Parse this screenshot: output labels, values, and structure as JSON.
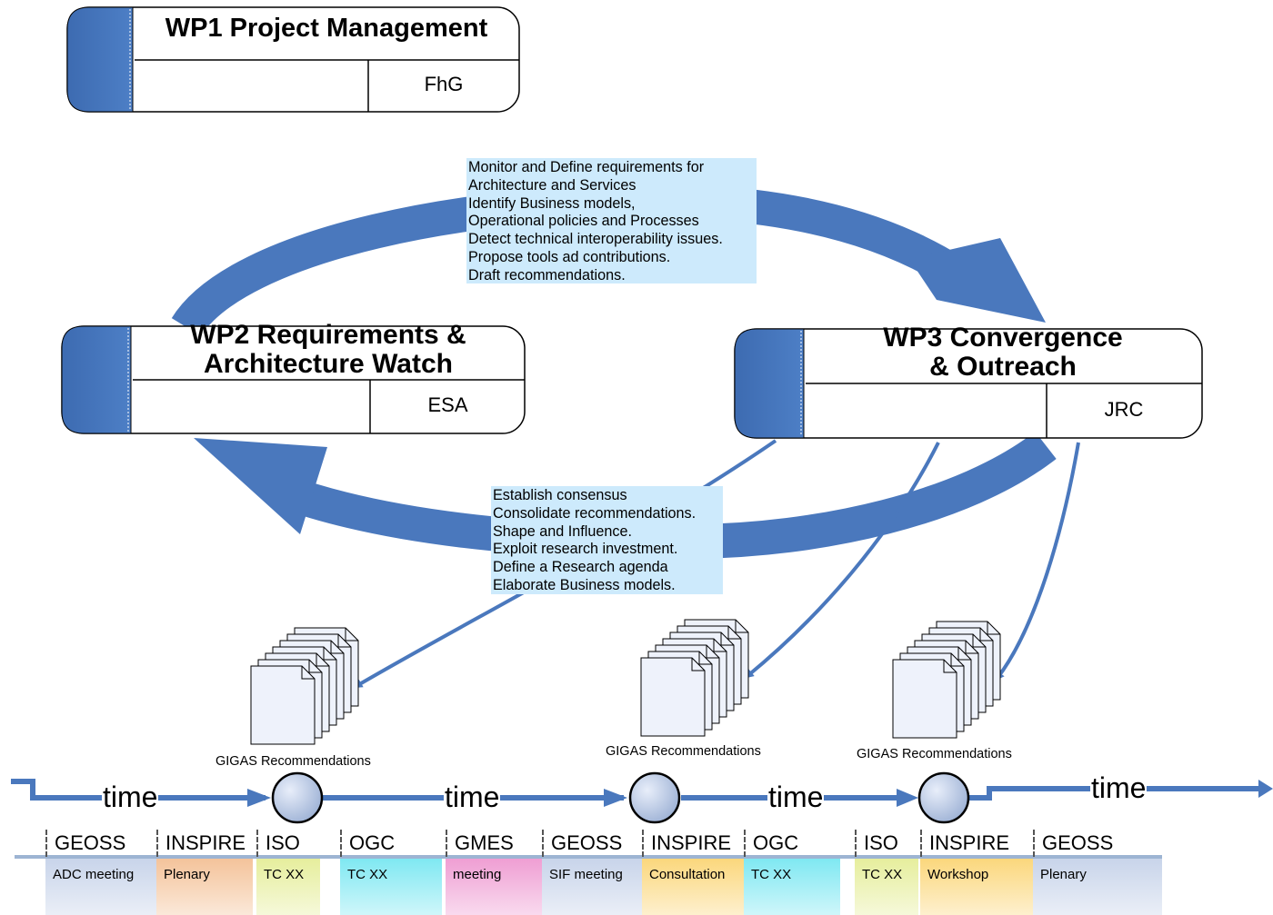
{
  "colors": {
    "arrow_blue": "#4a78bd",
    "note_bg": "#cdeafc",
    "wp_tab": "#4a78bd",
    "doc_fill": "#eef2fb"
  },
  "wp1": {
    "title": "WP1 Project Management",
    "lead": "FhG"
  },
  "wp2": {
    "title_line1": "WP2 Requirements &",
    "title_line2": "Architecture Watch",
    "lead": "ESA"
  },
  "wp3": {
    "title_line1": "WP3 Convergence",
    "title_line2": "& Outreach",
    "lead": "JRC"
  },
  "top_note": [
    "Monitor and Define requirements for",
    "Architecture and Services",
    "Identify Business models,",
    "Operational policies and Processes",
    "Detect technical interoperability issues.",
    "Propose tools ad contributions.",
    "Draft recommendations."
  ],
  "bottom_note": [
    "Establish consensus",
    "Consolidate recommendations.",
    "Shape and Influence.",
    "Exploit research investment.",
    "Define a Research agenda",
    "Elaborate Business models."
  ],
  "recommendations": [
    {
      "label": "GIGAS Recommendations"
    },
    {
      "label": "GIGAS Recommendations"
    },
    {
      "label": "GIGAS Recommendations"
    }
  ],
  "time_labels": [
    "time",
    "time",
    "time",
    "time"
  ],
  "timeline": [
    {
      "org": "GEOSS",
      "event": "ADC meeting",
      "color": "#c8d4ea"
    },
    {
      "org": "INSPIRE",
      "event": "Plenary",
      "color": "#f4c39a"
    },
    {
      "org": "ISO",
      "event": "TC XX",
      "color": "#e6ee9c"
    },
    {
      "org": "OGC",
      "event": "TC XX",
      "color": "#7fe8f2"
    },
    {
      "org": "GMES",
      "event": "meeting",
      "color": "#ef9ed3"
    },
    {
      "org": "GEOSS",
      "event": "SIF meeting",
      "color": "#c8d4ea"
    },
    {
      "org": "INSPIRE",
      "event": "Consultation",
      "color": "#fbd77c"
    },
    {
      "org": "OGC",
      "event": "TC XX",
      "color": "#7fe8f2"
    },
    {
      "org": "ISO",
      "event": "TC XX",
      "color": "#e6ee9c"
    },
    {
      "org": "INSPIRE",
      "event": "Workshop",
      "color": "#fbd77c"
    },
    {
      "org": "GEOSS",
      "event": "Plenary",
      "color": "#c8d4ea"
    }
  ]
}
